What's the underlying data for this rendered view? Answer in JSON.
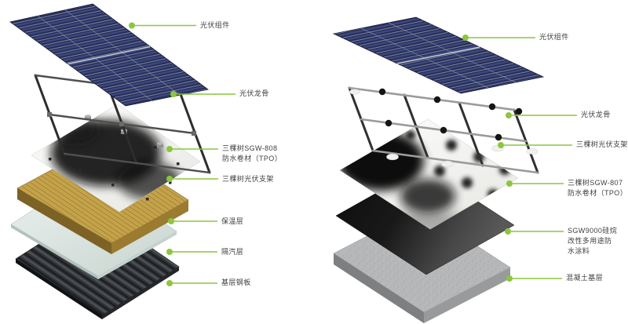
{
  "palette": {
    "accent_green": "#8CC63E",
    "label_text": "#3F3F3F",
    "panel_navy": "#272E57",
    "membrane_white": "#F4F4F2",
    "insulation_yellow": "#C9A851",
    "vapor_blue": "#DCE7E3",
    "steel_dark": "#2E3135",
    "coating_dark": "#1A1A1A",
    "concrete_gray": "#B6B7B8"
  },
  "left": {
    "labels": [
      {
        "id": "pv-module",
        "text": "光伏组件"
      },
      {
        "id": "pv-keel",
        "text": "光伏龙骨"
      },
      {
        "id": "tpo-808",
        "text": "三棵树SGW-808\n防水卷材（TPO）"
      },
      {
        "id": "pv-bracket",
        "text": "三棵树光伏支架"
      },
      {
        "id": "insulation",
        "text": "保温层"
      },
      {
        "id": "vapor",
        "text": "隔汽层"
      },
      {
        "id": "steel-deck",
        "text": "基层钢板"
      }
    ]
  },
  "right": {
    "labels": [
      {
        "id": "pv-module",
        "text": "光伏组件"
      },
      {
        "id": "pv-keel",
        "text": "光伏龙骨"
      },
      {
        "id": "pv-bracket",
        "text": "三棵树光伏支架"
      },
      {
        "id": "tpo-807",
        "text": "三棵树SGW-807\n防水卷材（TPO）"
      },
      {
        "id": "coating",
        "text": "SGW9000硅烷\n改性多用途防\n水涂料"
      },
      {
        "id": "concrete",
        "text": "混凝土基层"
      }
    ]
  }
}
